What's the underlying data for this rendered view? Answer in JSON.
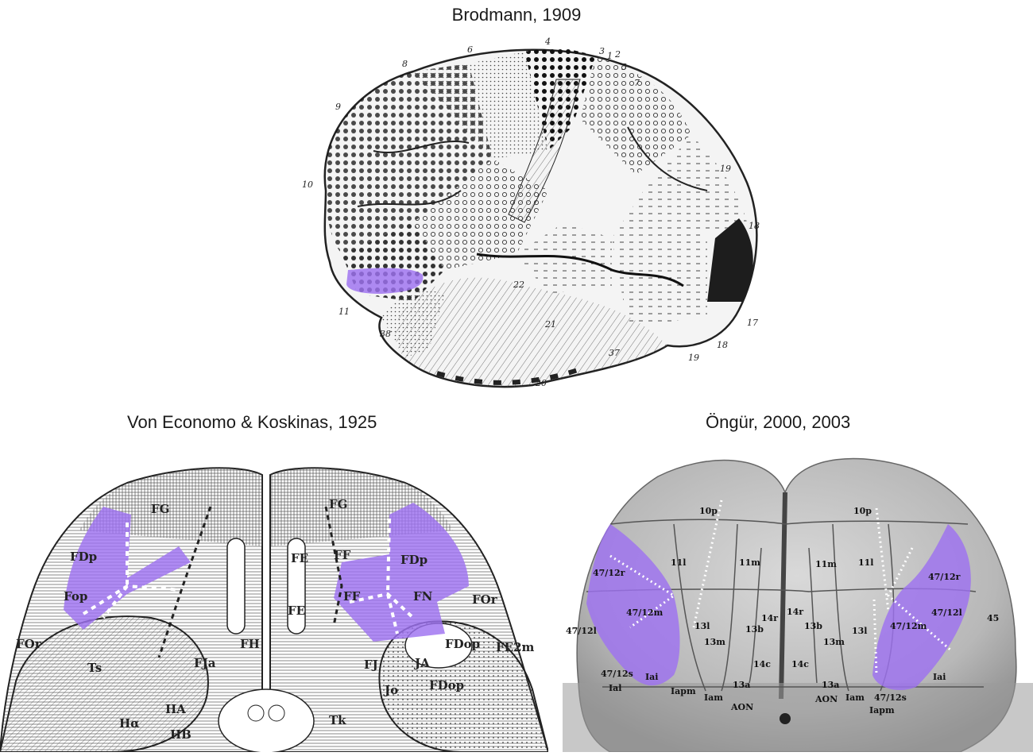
{
  "captions": {
    "brodmann": "Brodmann, 1909",
    "economo": "Von Economo & Koskinas, 1925",
    "ongur": "Öngür, 2000, 2003"
  },
  "highlight_color": "#9d72f0",
  "brodmann_labels": [
    "4",
    "6",
    "3",
    "1",
    "2",
    "5",
    "7",
    "8",
    "9",
    "10",
    "19",
    "18",
    "17",
    "18",
    "11",
    "38",
    "21",
    "37",
    "19",
    "20",
    "22"
  ],
  "economo_labels": [
    "FG",
    "FG",
    "FDp",
    "FDp",
    "FF",
    "FE",
    "FF",
    "FN",
    "Fop",
    "FOr",
    "FOr",
    "Ts",
    "FJa",
    "FH",
    "FJ",
    "JA",
    "HA",
    "HB",
    "Hα",
    "Jo",
    "FE2m",
    "FDop",
    "FDop",
    "FE",
    "Tk"
  ],
  "ongur_labels": [
    "10p",
    "10p",
    "11l",
    "11m",
    "11m",
    "11l",
    "47/12r",
    "47/12r",
    "47/12m",
    "47/12m",
    "47/12l",
    "47/12l",
    "45",
    "13l",
    "13m",
    "13b",
    "14r",
    "14r",
    "13b",
    "13m",
    "13l",
    "14c",
    "14c",
    "13a",
    "13a",
    "Iai",
    "Iai",
    "47/12s",
    "47/12s",
    "Ial",
    "Iapm",
    "Iapm",
    "Iam",
    "Iam",
    "AON",
    "AON"
  ]
}
